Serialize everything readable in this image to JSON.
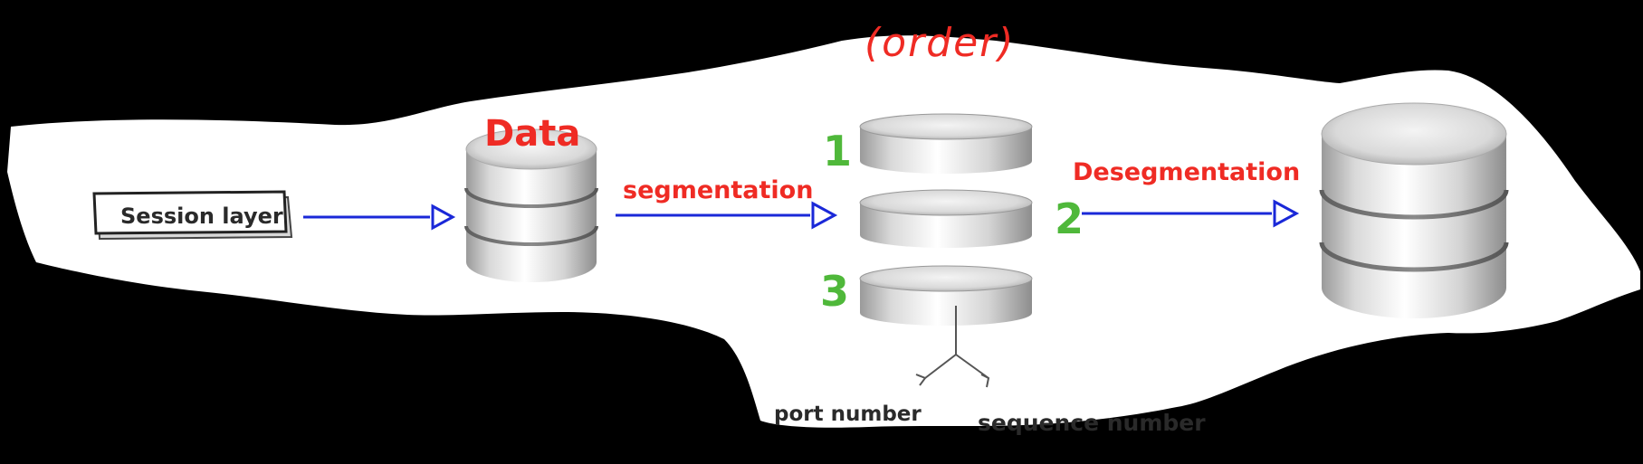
{
  "diagram": {
    "title": "(order)",
    "session_box": {
      "label": "Session layer"
    },
    "data_label": "Data",
    "arrows": [
      {
        "label": "segmentation"
      },
      {
        "label": "Desegmentation"
      }
    ],
    "segments": [
      "1",
      "2",
      "3"
    ],
    "headers": {
      "port": "port number",
      "sequence": "sequence number"
    },
    "colors": {
      "label_red": "#ef2b24",
      "number_green": "#4fb83a",
      "arrow_blue": "#1a28d8",
      "disk_grey": "#d6d6d6"
    }
  }
}
